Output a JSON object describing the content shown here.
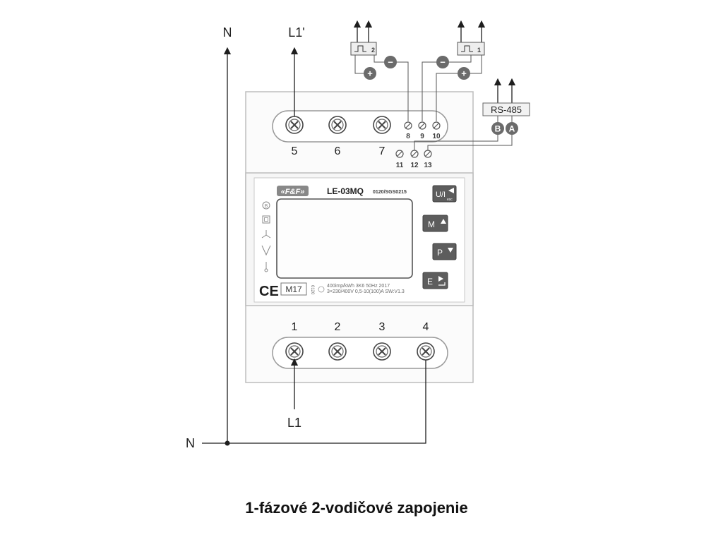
{
  "diagram": {
    "caption": "1-fázové 2-vodičové zapojenie",
    "labels": {
      "n_top": "N",
      "l1_prime": "L1'",
      "l1": "L1",
      "n_bottom": "N"
    },
    "top_terminals": [
      "5",
      "6",
      "7"
    ],
    "bottom_terminals": [
      "1",
      "2",
      "3",
      "4"
    ],
    "aux_terminals_upper": [
      "8",
      "9",
      "10"
    ],
    "aux_terminals_lower": [
      "11",
      "12",
      "13"
    ],
    "pulse_outputs": [
      "2",
      "1"
    ],
    "rs485": {
      "label": "RS-485",
      "b": "B",
      "a": "A"
    },
    "polarity": {
      "plus": "+",
      "minus": "−"
    },
    "device": {
      "brand": "«F&F»",
      "model": "LE-03MQ",
      "code": "0120/SGS0215",
      "buttons": {
        "ui": "U/I",
        "esc": "esc",
        "m": "M",
        "p": "P",
        "e": "E"
      },
      "cert": "CE",
      "m17": "M17",
      "m17_code": "0120",
      "spec_line1": "400imp/kWh   3K6   50Hz   2017",
      "spec_line2": "3×230/400V  0,5-10(100)A SW:V1.3"
    }
  }
}
